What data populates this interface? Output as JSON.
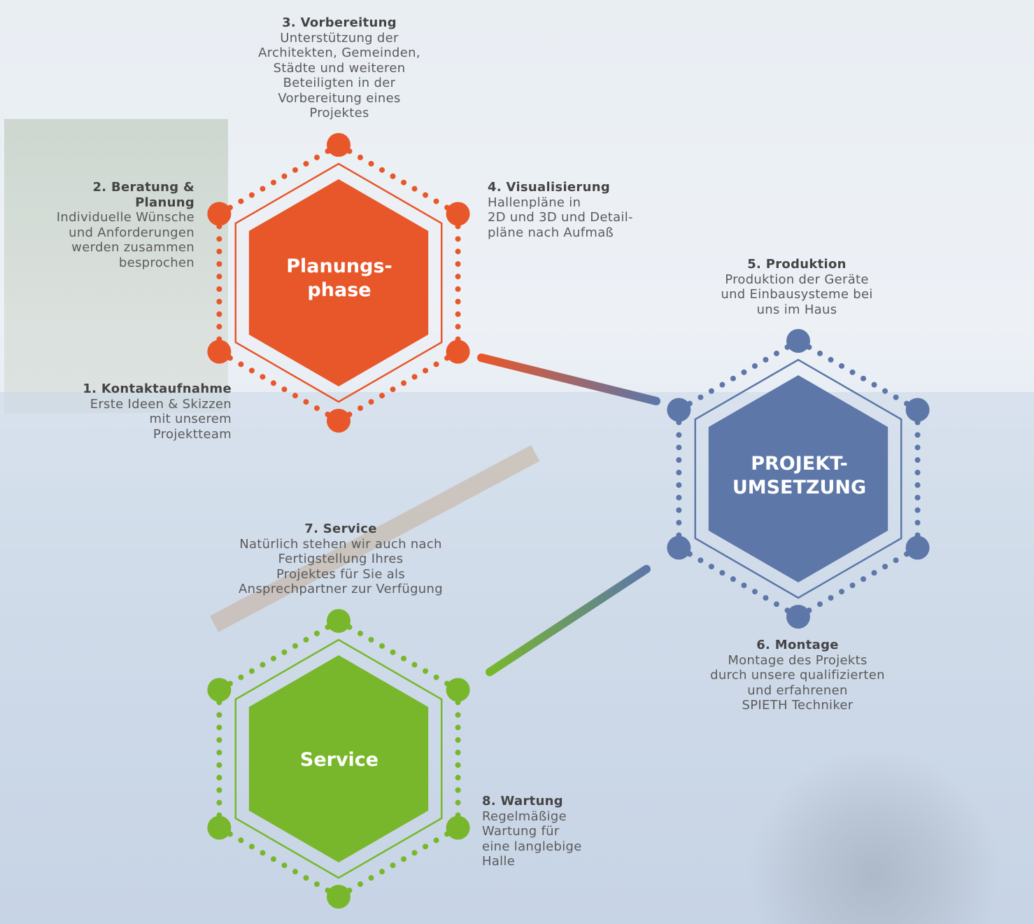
{
  "colors": {
    "planung": "#e8572a",
    "umsetzung": "#5d77a8",
    "service": "#78b72c",
    "text": "#5b5b5b"
  },
  "hexagons": {
    "planung": "Planungs-\nphase",
    "umsetzung": "PROJEKT-\nUMSETZUNG",
    "service": "Service"
  },
  "steps": [
    {
      "title": "1. Kontaktaufnahme",
      "text": "Erste Ideen & Skizzen\nmit unserem\nProjektteam"
    },
    {
      "title": "2. Beratung &\nPlanung",
      "text": "Individuelle Wünsche\nund Anforderungen\nwerden zusammen\nbesprochen"
    },
    {
      "title": "3. Vorbereitung",
      "text": "Unterstützung der\nArchitekten, Gemeinden,\nStädte und weiteren\nBeteiligten in der\nVorbereitung eines\nProjektes"
    },
    {
      "title": "4. Visualisierung",
      "text": "Hallenpläne in\n2D und 3D und Detail-\npläne nach Aufmaß"
    },
    {
      "title": "5. Produktion",
      "text": "Produktion der Geräte\nund Einbausysteme bei\nuns im Haus"
    },
    {
      "title": "6. Montage",
      "text": "Montage des Projekts\ndurch unsere qualifizierten\nund erfahrenen\nSPIETH Techniker"
    },
    {
      "title": "7. Service",
      "text": "Natürlich stehen wir auch nach\nFertigstellung Ihres\nProjektes für Sie als\nAnsprechpartner zur Verfügung"
    },
    {
      "title": "8. Wartung",
      "text": "Regelmäßige\nWartung für\neine langlebige\nHalle"
    }
  ]
}
